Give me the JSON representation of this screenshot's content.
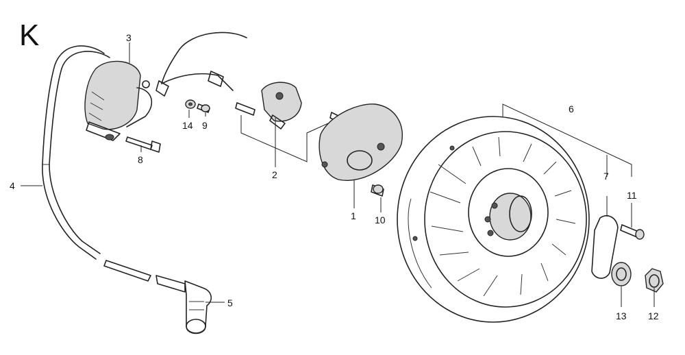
{
  "section_letter": "K",
  "callouts": {
    "p1": "1",
    "p2": "2",
    "p3": "3",
    "p4": "4",
    "p5": "5",
    "p6": "6",
    "p7": "7",
    "p8": "8",
    "p9": "9",
    "p10": "10",
    "p11": "11",
    "p12": "12",
    "p13": "13",
    "p14": "14"
  }
}
